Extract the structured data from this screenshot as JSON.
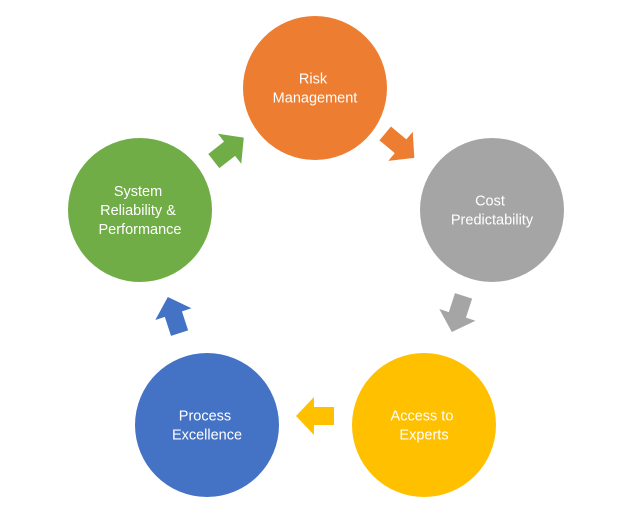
{
  "diagram": {
    "type": "cycle",
    "nodes": [
      {
        "id": "risk",
        "lines": [
          "Risk",
          "Management"
        ],
        "color": "#ED7D31"
      },
      {
        "id": "cost",
        "lines": [
          "Cost",
          "Predictability"
        ],
        "color": "#A5A5A5"
      },
      {
        "id": "experts",
        "lines": [
          "Access to",
          "Experts"
        ],
        "color": "#FFC000"
      },
      {
        "id": "process",
        "lines": [
          "Process",
          "Excellence"
        ],
        "color": "#4472C4"
      },
      {
        "id": "system",
        "lines": [
          "System",
          "Reliability &",
          "Performance"
        ],
        "color": "#70AD47"
      }
    ],
    "arrows": [
      {
        "from": "risk",
        "to": "cost",
        "color": "#ED7D31"
      },
      {
        "from": "cost",
        "to": "experts",
        "color": "#A5A5A5"
      },
      {
        "from": "experts",
        "to": "process",
        "color": "#FFC000"
      },
      {
        "from": "process",
        "to": "system",
        "color": "#4472C4"
      },
      {
        "from": "system",
        "to": "risk",
        "color": "#70AD47"
      }
    ]
  }
}
